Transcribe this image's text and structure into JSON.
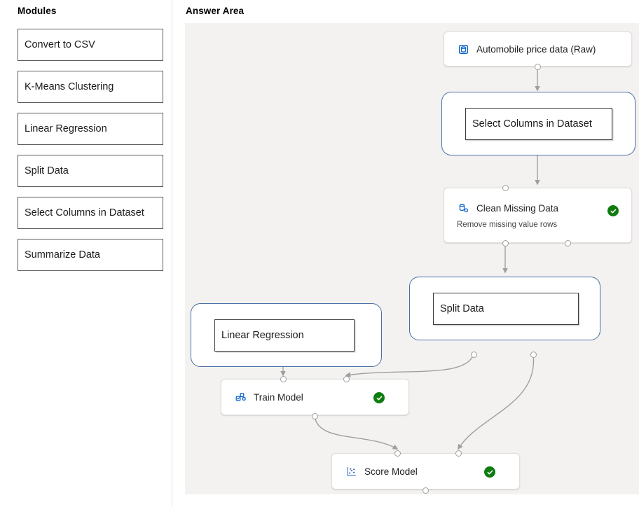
{
  "sidebar": {
    "title": "Modules",
    "items": [
      {
        "label": "Convert to CSV"
      },
      {
        "label": "K-Means Clustering"
      },
      {
        "label": "Linear Regression"
      },
      {
        "label": "Split Data"
      },
      {
        "label": "Select Columns in Dataset"
      },
      {
        "label": "Summarize Data"
      }
    ]
  },
  "main": {
    "title": "Answer Area",
    "canvas_background": "#f3f2f1",
    "accent_color": "#0078d4",
    "status_color": "#107c10",
    "dropzone_border_color": "#4a6fa5"
  },
  "pipeline": {
    "nodes": [
      {
        "id": "dataset",
        "label": "Automobile price data (Raw)",
        "subtitle": "",
        "icon": "database-icon",
        "status": "",
        "type": "module"
      },
      {
        "id": "select-columns",
        "label": "Select Columns in Dataset",
        "type": "dropzone"
      },
      {
        "id": "clean-missing-data",
        "label": "Clean Missing Data",
        "subtitle": "Remove missing value rows",
        "icon": "clean-data-icon",
        "status": "completed",
        "status_icon": "check-circle-icon",
        "type": "module"
      },
      {
        "id": "split-data",
        "label": "Split Data",
        "type": "dropzone"
      },
      {
        "id": "linear-regression",
        "label": "Linear Regression",
        "type": "dropzone"
      },
      {
        "id": "train-model",
        "label": "Train Model",
        "subtitle": "",
        "icon": "train-model-icon",
        "status": "completed",
        "status_icon": "check-circle-icon",
        "type": "module"
      },
      {
        "id": "score-model",
        "label": "Score Model",
        "subtitle": "",
        "icon": "score-model-icon",
        "status": "completed",
        "status_icon": "check-circle-icon",
        "type": "module"
      }
    ]
  }
}
